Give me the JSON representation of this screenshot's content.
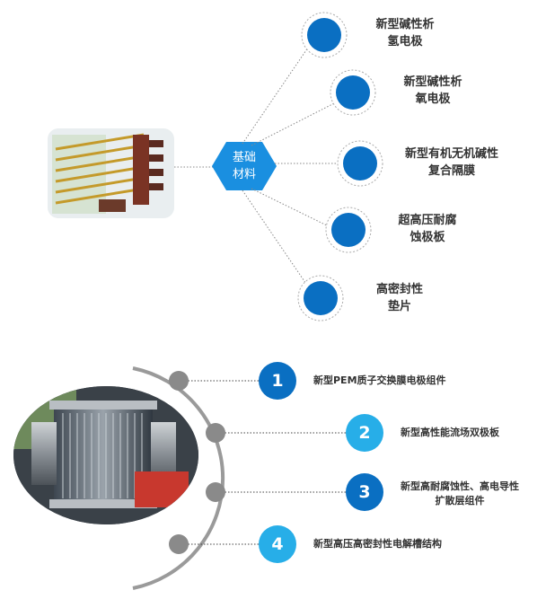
{
  "top": {
    "hub_label": [
      "基础",
      "材料"
    ],
    "items": [
      {
        "lines": [
          "新型碱性析",
          "氢电极"
        ]
      },
      {
        "lines": [
          "新型碱性析",
          "氧电极"
        ]
      },
      {
        "lines": [
          "新型有机无机碱性",
          "复合隔膜"
        ]
      },
      {
        "lines": [
          "超高压耐腐",
          "蚀极板"
        ]
      },
      {
        "lines": [
          "高密封性",
          "垫片"
        ]
      }
    ]
  },
  "bottom": {
    "items": [
      {
        "number": "1",
        "lines": [
          "新型PEM质子交换膜电极组件"
        ],
        "color": "#0a6fc2"
      },
      {
        "number": "2",
        "lines": [
          "新型高性能流场双极板"
        ],
        "color": "#27aee8"
      },
      {
        "number": "3",
        "lines": [
          "新型高耐腐蚀性、高电导性",
          "扩散层组件"
        ],
        "color": "#0a6fc2"
      },
      {
        "number": "4",
        "lines": [
          "新型高压高密封性电解槽结构"
        ],
        "color": "#27aee8"
      }
    ]
  },
  "colors": {
    "hub": "#1a8fe0",
    "node_fill": "#0a6fc2",
    "connector_gray": "#8a8a8a"
  }
}
